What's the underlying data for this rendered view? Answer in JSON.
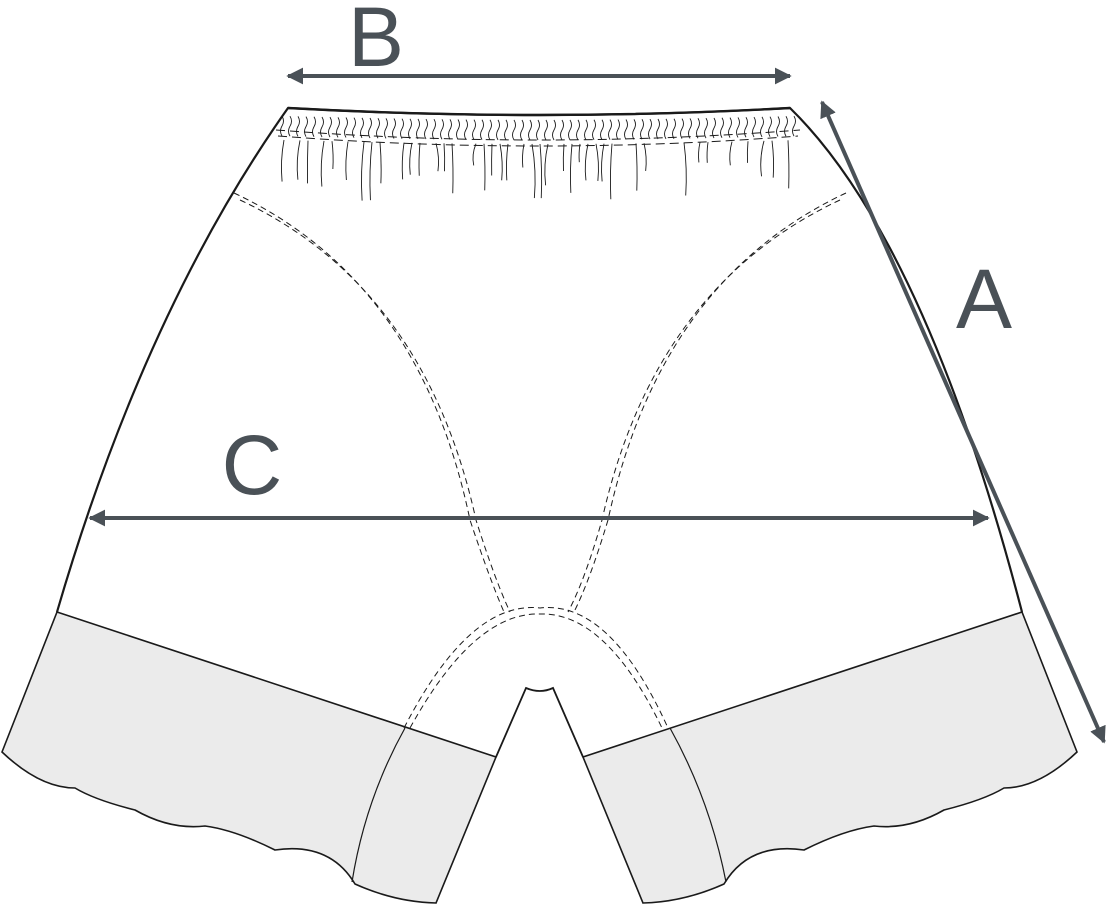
{
  "labels": {
    "a": "A",
    "b": "B",
    "c": "C"
  },
  "colors": {
    "dimension": "#4a5157",
    "outline": "#1a1a1a",
    "lace_fill": "#ebebeb",
    "body_fill": "#ffffff"
  }
}
